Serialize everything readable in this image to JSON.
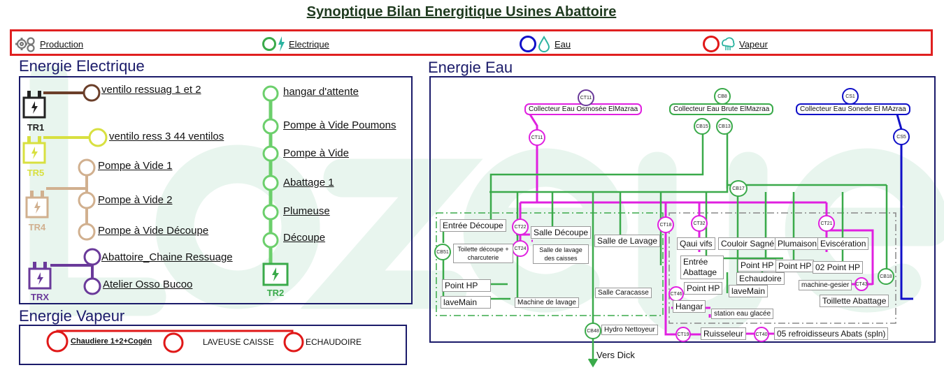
{
  "title": "Synoptique Bilan Energitique Usines Abattoire",
  "legend": {
    "production": "Production",
    "electrique": "Electrique",
    "eau": "Eau",
    "vapeur": "Vapeur"
  },
  "colors": {
    "electrique": "#3aaa4a",
    "eau": "#1010c8",
    "vapeur": "#e01818",
    "osmose": "#e020e0",
    "frame": "#1b1b6a"
  },
  "electric": {
    "section_title": "Energie Electrique",
    "transformers": [
      "TR1",
      "TR5",
      "TR4",
      "TRX",
      "TR2"
    ],
    "tr1_loads": [
      "ventilo ressuag 1 et 2"
    ],
    "tr5_loads": [
      "ventilo ress 3 44 ventilos"
    ],
    "tr4_loads": [
      "Pompe à Vide 1",
      "Pompe à Vide 2",
      "Pompe à Vide Découpe"
    ],
    "trx_loads": [
      "Abattoire_Chaine Ressuage",
      "Atelier Osso Bucoo"
    ],
    "tr2_loads": [
      "hangar d'attente",
      "Pompe à Vide Poumons",
      "Pompe à Vide",
      "Abattage 1",
      "Plumeuse",
      "Découpe"
    ]
  },
  "vapeur": {
    "section_title": "Energie Vapeur",
    "items": [
      "Chaudiere 1+2+Cogén",
      "LAVEUSE CAISSE",
      "ECHAUDOIRE"
    ]
  },
  "eau": {
    "section_title": "Energie Eau",
    "collectors": {
      "osmose": "Collecteur Eau Osmosée ElMazraa",
      "brute": "Collecteur Eau Brute ElMazraa",
      "sonede": "Collecteur Eau Sonede El MAzraa"
    },
    "meters": {
      "ct11a": "CT11",
      "ct11b": "CT11",
      "cb8": "CB8",
      "cs1": "CS1",
      "cb15": "CB15",
      "cb13": "CB13",
      "cs5": "CS5",
      "cb17": "CB17",
      "ct22": "CT22",
      "ct24": "CT24",
      "cb51": "CB51",
      "ct18": "CT18",
      "ct32": "CT32",
      "ct21": "CT21",
      "cb18": "CB18",
      "ct43": "CT43",
      "ct46": "CT46",
      "cb48": "CB48",
      "ct19": "CT19",
      "ct40": "CT40"
    },
    "points": {
      "entree_decoupe": "Entrée Découpe",
      "toilette_decoupe": "Toilette découpe + charcuterie",
      "point_hp_left": "Point HP",
      "lavemain_left": "laveMain",
      "salle_decoupe": "Salle Découpe",
      "salle_lavage_caisses": "Salle de lavage des caisses",
      "salle_de_lavage": "Salle de Lavage",
      "salle_caracasse": "Salle Caracasse",
      "machine_lavage": "Machine de lavage",
      "hydro": "Hydro Nettoyeur",
      "vers_dick": "Vers Dick",
      "qaui_vifs": "Qaui vifs",
      "couloir": "Couloir Sagné",
      "plumaison": "Plumaison",
      "evisceration": "Eviscération",
      "entree_abattage": "Entrée Abattage",
      "echaudoire": "Echaudoire",
      "point_hp_1": "Point HP",
      "point_hp_2": "Point HP",
      "point_hp_3": "02 Point HP",
      "point_hp_4": "Point HP",
      "lavemain_right": "laveMain",
      "hangar": "Hangar",
      "machine_gesier": "machine-gesier",
      "toillette_abattage": "Toillette Abattage",
      "station_glacee": "station eau glacée",
      "ruisseleur": "Ruisseleur",
      "refroidisseurs": "05 refroidisseurs Abats (spln)"
    }
  }
}
